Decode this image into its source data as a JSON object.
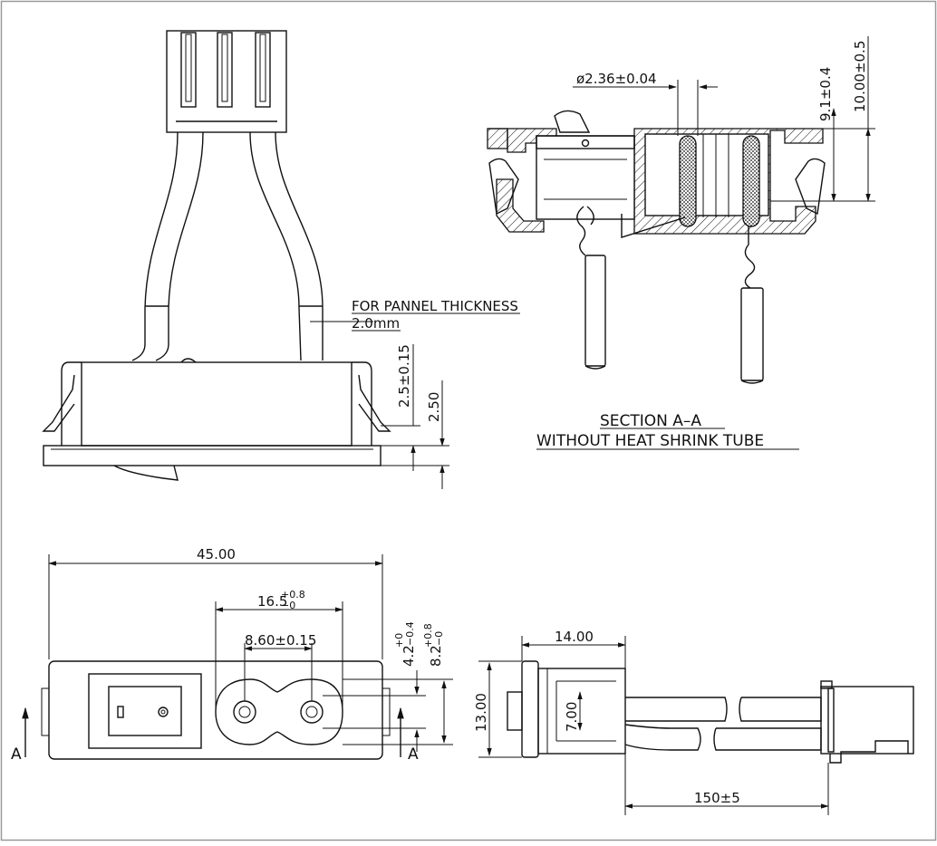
{
  "drawing": {
    "top_view": {
      "note_line1": "FOR PANNEL THICKNESS",
      "note_line2": "2.0mm",
      "dim_tol": "2.5±0.15",
      "dim_height": "2.50"
    },
    "section": {
      "dim_pin_diameter": "ø2.36±0.04",
      "dim_pin_height": "9.1±0.4",
      "dim_total_height": "10.00±0.5",
      "title_line1": "SECTION A–A",
      "title_line2": "WITHOUT HEAT SHRINK TUBE"
    },
    "front_view": {
      "dim_width": "45.00",
      "dim_socket_base": "16.5",
      "dim_socket_tol_top": "+0.8",
      "dim_socket_tol_bottom": "−0",
      "dim_pin_pitch": "8.60±0.15",
      "dim_42_base": "4.2",
      "dim_42_tol_top": "+0",
      "dim_42_tol_bottom": "−0.4",
      "dim_82_base": "8.2",
      "dim_82_tol_top": "+0.8",
      "dim_82_tol_bottom": "−0",
      "section_mark": "A"
    },
    "side_view": {
      "dim_depth": "14.00",
      "dim_height": "13.00",
      "dim_inner": "7.00",
      "dim_cable": "150±5"
    }
  }
}
